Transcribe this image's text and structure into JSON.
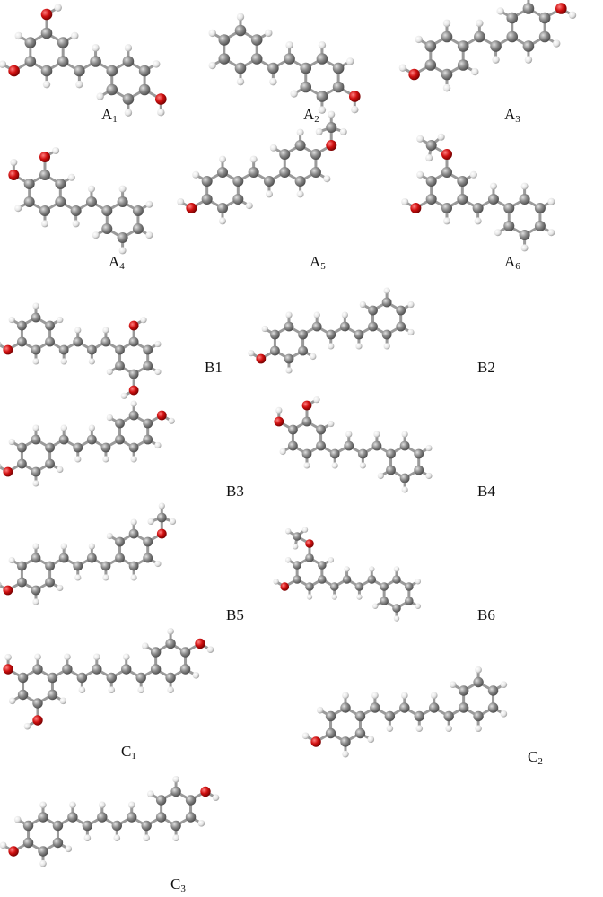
{
  "figure": {
    "labels": {
      "A1": {
        "letter": "A",
        "sub": "1"
      },
      "A2": {
        "letter": "A",
        "sub": "2"
      },
      "A3": {
        "letter": "A",
        "sub": "3"
      },
      "A4": {
        "letter": "A",
        "sub": "4"
      },
      "A5": {
        "letter": "A",
        "sub": "5"
      },
      "A6": {
        "letter": "A",
        "sub": "6"
      },
      "B1": {
        "text": "B1"
      },
      "B2": {
        "text": "B2"
      },
      "B3": {
        "text": "B3"
      },
      "B4": {
        "text": "B4"
      },
      "B5": {
        "text": "B5"
      },
      "B6": {
        "text": "B6"
      },
      "C1": {
        "letter": "C",
        "sub": "1"
      },
      "C2": {
        "letter": "C",
        "sub": "2"
      },
      "C3": {
        "letter": "C",
        "sub": "3"
      }
    },
    "colors": {
      "carbon": "#8a8a8a",
      "hydrogen": "#f2f2f2",
      "oxygen": "#d01010",
      "bond": "#9a9a9a"
    }
  }
}
